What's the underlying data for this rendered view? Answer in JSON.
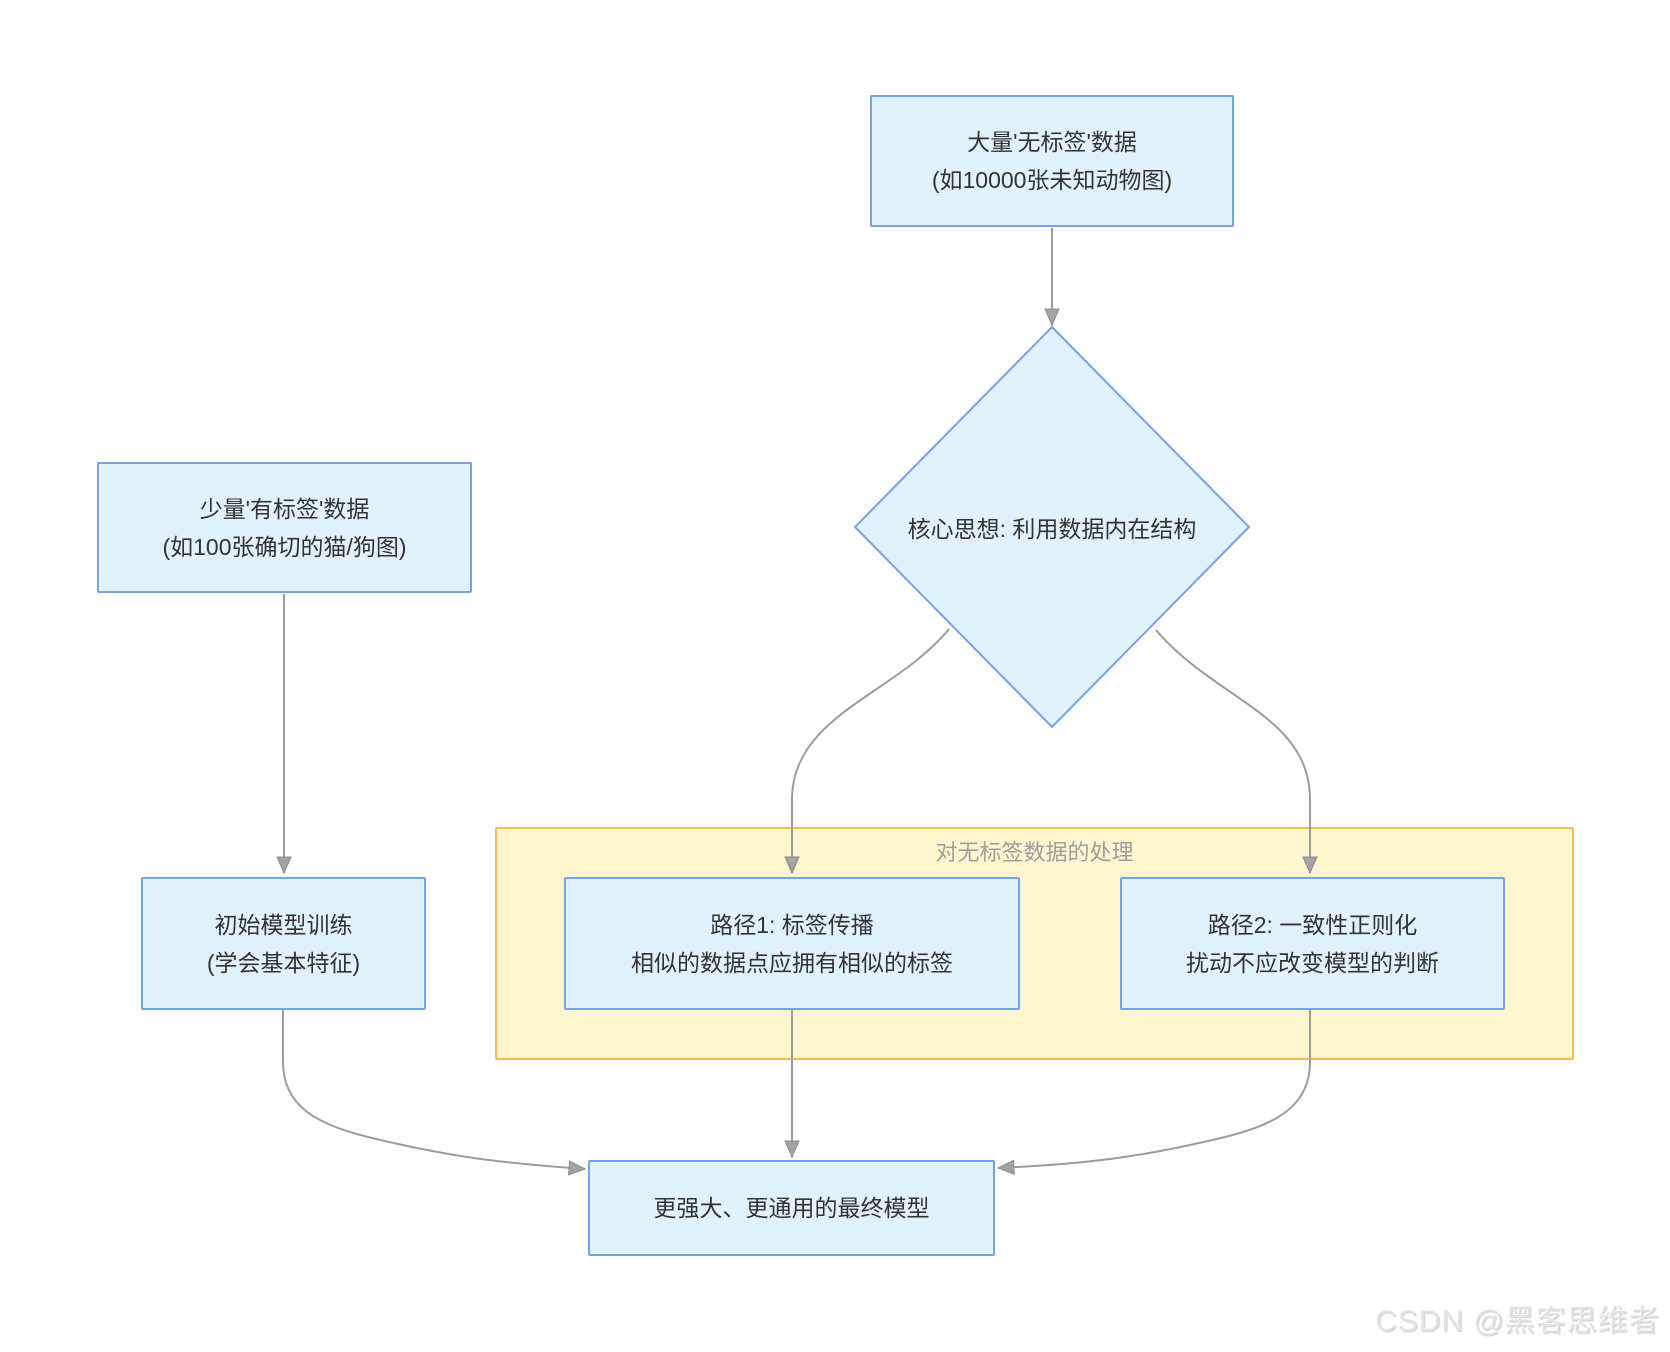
{
  "diagram": {
    "nodes": {
      "unlabeled_data": {
        "line1": "大量'无标签'数据",
        "line2": "(如10000张未知动物图)"
      },
      "core_idea": {
        "label": "核心思想: 利用数据内在结构"
      },
      "labeled_data": {
        "line1": "少量'有标签'数据",
        "line2": "(如100张确切的猫/狗图)"
      },
      "initial_training": {
        "line1": "初始模型训练",
        "line2": "(学会基本特征)"
      },
      "path1": {
        "line1": "路径1: 标签传播",
        "line2": "相似的数据点应拥有相似的标签"
      },
      "path2": {
        "line1": "路径2: 一致性正则化",
        "line2": "扰动不应改变模型的判断"
      },
      "final_model": {
        "label": "更强大、更通用的最终模型"
      }
    },
    "container": {
      "label": "对无标签数据的处理"
    },
    "watermark": "CSDN @黑客思维者",
    "colors": {
      "node_fill": "#E1F2FD",
      "node_border": "#74A3E6",
      "container_fill": "#FEF6CE",
      "container_border": "#FBBA4F",
      "edge": "#9C9C9C",
      "arrowhead": "#A3A3A3",
      "node_text": "#333333",
      "container_label_text": "#9E9E9E",
      "watermark_text": "#E2E2E2"
    }
  }
}
